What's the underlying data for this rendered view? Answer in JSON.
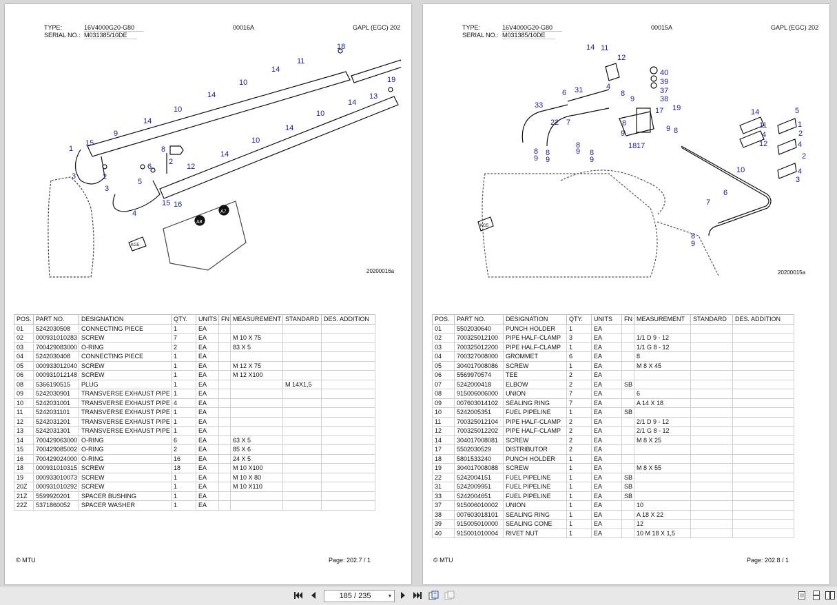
{
  "left_page": {
    "type_label": "TYPE:",
    "type_value": "16V4000G20-G80",
    "serial_label": "SERIAL NO.:",
    "serial_value": "M031385/10DE",
    "doc_code": "00016A",
    "section": "GAPL (EGC) 202",
    "figure_id": "20200016a",
    "columns": [
      "POS.",
      "PART NO.",
      "DESIGNATION",
      "QTY.",
      "UNITS",
      "FN",
      "MEASUREMENT",
      "STANDARD",
      "DES. ADDITION"
    ],
    "rows": [
      [
        "01",
        "5242030508",
        "CONNECTING PIECE",
        "1",
        "EA",
        "",
        "",
        "",
        ""
      ],
      [
        "02",
        "000931010283",
        "SCREW",
        "7",
        "EA",
        "",
        "M 10  X 75",
        "",
        ""
      ],
      [
        "03",
        "700429083000",
        "O-RING",
        "2",
        "EA",
        "",
        "  83  X  5",
        "",
        ""
      ],
      [
        "04",
        "5242030408",
        "CONNECTING PIECE",
        "1",
        "EA",
        "",
        "",
        "",
        ""
      ],
      [
        "05",
        "000933012040",
        "SCREW",
        "1",
        "EA",
        "",
        "M 12  X 75",
        "",
        ""
      ],
      [
        "06",
        "000931012148",
        "SCREW",
        "1",
        "EA",
        "",
        "M 12  X100",
        "",
        ""
      ],
      [
        "08",
        "5366190515",
        "PLUG",
        "1",
        "EA",
        "",
        "",
        "M 14X1,5",
        ""
      ],
      [
        "09",
        "5242030901",
        "TRANSVERSE EXHAUST PIPE",
        "1",
        "EA",
        "",
        "",
        "",
        ""
      ],
      [
        "10",
        "5242031001",
        "TRANSVERSE EXHAUST PIPE",
        "4",
        "EA",
        "",
        "",
        "",
        ""
      ],
      [
        "11",
        "5242031101",
        "TRANSVERSE EXHAUST PIPE",
        "1",
        "EA",
        "",
        "",
        "",
        ""
      ],
      [
        "12",
        "5242031201",
        "TRANSVERSE EXHAUST PIPE",
        "1",
        "EA",
        "",
        "",
        "",
        ""
      ],
      [
        "13",
        "5242031301",
        "TRANSVERSE EXHAUST PIPE",
        "1",
        "EA",
        "",
        "",
        "",
        ""
      ],
      [
        "14",
        "700429063000",
        "O-RING",
        "6",
        "EA",
        "",
        "  63  X  5",
        "",
        ""
      ],
      [
        "15",
        "700429085002",
        "O-RING",
        "2",
        "EA",
        "",
        "  85  X  6",
        "",
        ""
      ],
      [
        "16",
        "700429024000",
        "O-RING",
        "16",
        "EA",
        "",
        "  24  X  5",
        "",
        ""
      ],
      [
        "18",
        "000931010315",
        "SCREW",
        "18",
        "EA",
        "",
        "M 10  X100",
        "",
        ""
      ],
      [
        "19",
        "000933010073",
        "SCREW",
        "1",
        "EA",
        "",
        "M 10  X 80",
        "",
        ""
      ],
      [
        "20Z",
        "000931010292",
        "SCREW",
        "1",
        "EA",
        "",
        "M 10  X110",
        "",
        ""
      ],
      [
        "21Z",
        "5599920201",
        "SPACER BUSHING",
        "1",
        "EA",
        "",
        "",
        "",
        ""
      ],
      [
        "22Z",
        "5371860052",
        "SPACER WASHER",
        "1",
        "EA",
        "",
        "",
        "",
        ""
      ]
    ],
    "footer_left": "© MTU",
    "footer_right": "Page: 202.7  /  1"
  },
  "right_page": {
    "type_label": "TYPE:",
    "type_value": "16V4000G20-G80",
    "serial_label": "SERIAL NO.:",
    "serial_value": "M031385/10DE",
    "doc_code": "00015A",
    "section": "GAPL (EGC) 202",
    "figure_id": "20200015a",
    "columns": [
      "POS.",
      "PART NO.",
      "DESIGNATION",
      "QTY.",
      "UNITS",
      "FN",
      "MEASUREMENT",
      "STANDARD",
      "DES. ADDITION"
    ],
    "rows": [
      [
        "01",
        "5502030640",
        "PUNCH HOLDER",
        "1",
        "EA",
        "",
        "",
        "",
        ""
      ],
      [
        "02",
        "700325012100",
        "PIPE HALF-CLAMP",
        "3",
        "EA",
        "",
        "1/1 D 9 - 12",
        "",
        ""
      ],
      [
        "03",
        "700325012200",
        "PIPE HALF-CLAMP",
        "1",
        "EA",
        "",
        "1/1 G 8 - 12",
        "",
        ""
      ],
      [
        "04",
        "700327008000",
        "GROMMET",
        "6",
        "EA",
        "",
        "   8",
        "",
        ""
      ],
      [
        "05",
        "304017008086",
        "SCREW",
        "1",
        "EA",
        "",
        "M  8  X 45",
        "",
        ""
      ],
      [
        "06",
        "5569970574",
        "TEE",
        "2",
        "EA",
        "",
        "",
        "",
        ""
      ],
      [
        "07",
        "5242000418",
        "ELBOW",
        "2",
        "EA",
        "SB",
        "",
        "",
        ""
      ],
      [
        "08",
        "915006006000",
        "UNION",
        "7",
        "EA",
        "",
        "   6",
        "",
        ""
      ],
      [
        "09",
        "007603014102",
        "SEALING RING",
        "7",
        "EA",
        "",
        "A 14  X 18",
        "",
        ""
      ],
      [
        "10",
        "5242005351",
        "FUEL PIPELINE",
        "1",
        "EA",
        "SB",
        "",
        "",
        ""
      ],
      [
        "11",
        "700325012104",
        "PIPE HALF-CLAMP",
        "2",
        "EA",
        "",
        "2/1 D 9 - 12",
        "",
        ""
      ],
      [
        "12",
        "700325012202",
        "PIPE HALF-CLAMP",
        "2",
        "EA",
        "",
        "2/1 G 8 - 12",
        "",
        ""
      ],
      [
        "14",
        "304017008081",
        "SCREW",
        "2",
        "EA",
        "",
        "M  8  X 25",
        "",
        ""
      ],
      [
        "17",
        "5502030529",
        "DISTRIBUTOR",
        "2",
        "EA",
        "",
        "",
        "",
        ""
      ],
      [
        "18",
        "5801533240",
        "PUNCH HOLDER",
        "1",
        "EA",
        "",
        "",
        "",
        ""
      ],
      [
        "19",
        "304017008088",
        "SCREW",
        "1",
        "EA",
        "",
        "M  8  X 55",
        "",
        ""
      ],
      [
        "22",
        "5242004151",
        "FUEL PIPELINE",
        "1",
        "EA",
        "SB",
        "",
        "",
        ""
      ],
      [
        "31",
        "5242009951",
        "FUEL PIPELINE",
        "1",
        "EA",
        "SB",
        "",
        "",
        ""
      ],
      [
        "33",
        "5242004651",
        "FUEL PIPELINE",
        "1",
        "EA",
        "SB",
        "",
        "",
        ""
      ],
      [
        "37",
        "915006010002",
        "UNION",
        "1",
        "EA",
        "",
        "  10",
        "",
        ""
      ],
      [
        "38",
        "007603018101",
        "SEALING RING",
        "1",
        "EA",
        "",
        "A 18  X 22",
        "",
        ""
      ],
      [
        "39",
        "915005010000",
        "SEALING CONE",
        "1",
        "EA",
        "",
        "  12",
        "",
        ""
      ],
      [
        "40",
        "915001010004",
        "RIVET NUT",
        "1",
        "EA",
        "",
        "10  M 18 X  1,5",
        "",
        ""
      ]
    ],
    "footer_left": "© MTU",
    "footer_right": "Page: 202.8  /  1"
  },
  "toolbar": {
    "page_indicator": "185 / 235",
    "icons": [
      "first-page-icon",
      "prev-page-icon",
      "next-page-icon",
      "last-page-icon",
      "bookmark-page-icon",
      "copy-page-icon",
      "single-page-view-icon",
      "continuous-view-icon",
      "two-page-view-icon"
    ]
  }
}
